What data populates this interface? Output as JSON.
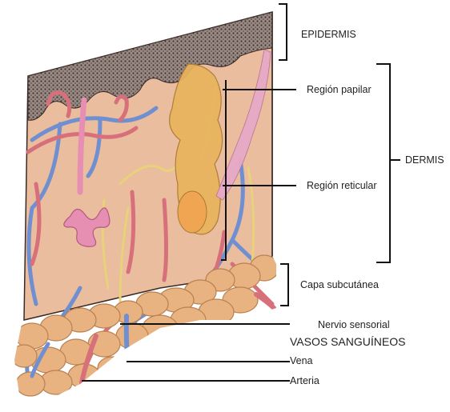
{
  "labels": {
    "epidermis": "EPIDERMIS",
    "region_papilar": "Región papilar",
    "dermis": "DERMIS",
    "region_reticular": "Región reticular",
    "capa_subcutanea": "Capa subcutánea",
    "nervio_sensorial": "Nervio sensorial",
    "vasos_sanguineos": "VASOS SANGUÍNEOS",
    "vena": "Vena",
    "arteria": "Arteria"
  },
  "colors": {
    "epidermis": "#7a6a64",
    "dermis": "#e9bd9d",
    "fat": "#e8b380",
    "fat_shadow": "#c98f5c",
    "vein": "#6f8fd0",
    "artery": "#d8707c",
    "nerve": "#e8d27a",
    "gland": "#e9b45d",
    "coil": "#e78fb2",
    "muscle": "#e7a9c8",
    "line": "#111111"
  }
}
